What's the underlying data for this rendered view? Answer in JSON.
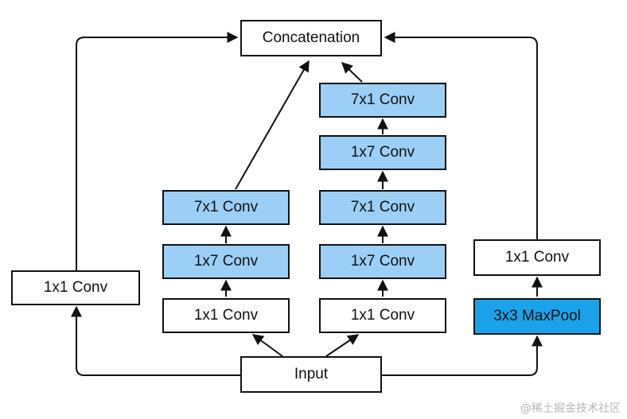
{
  "nodes": {
    "concatenation": "Concatenation",
    "input": "Input",
    "left_conv": "1x1 Conv",
    "b2_conv1x1": "1x1 Conv",
    "b2_conv1x7": "1x7 Conv",
    "b2_conv7x1": "7x1 Conv",
    "b3_conv1x1": "1x1 Conv",
    "b3_conv1x7_a": "1x7 Conv",
    "b3_conv7x1_a": "7x1 Conv",
    "b3_conv1x7_b": "1x7 Conv",
    "b3_conv7x1_b": "7x1 Conv",
    "maxpool": "3x3 MaxPool",
    "right_conv": "1x1 Conv"
  },
  "colors": {
    "conv_fill": "#9ccff5",
    "pool_fill": "#1aa3ea",
    "plain_fill": "#ffffff",
    "stroke": "#111111"
  },
  "watermark": "@稀土掘金技术社区"
}
